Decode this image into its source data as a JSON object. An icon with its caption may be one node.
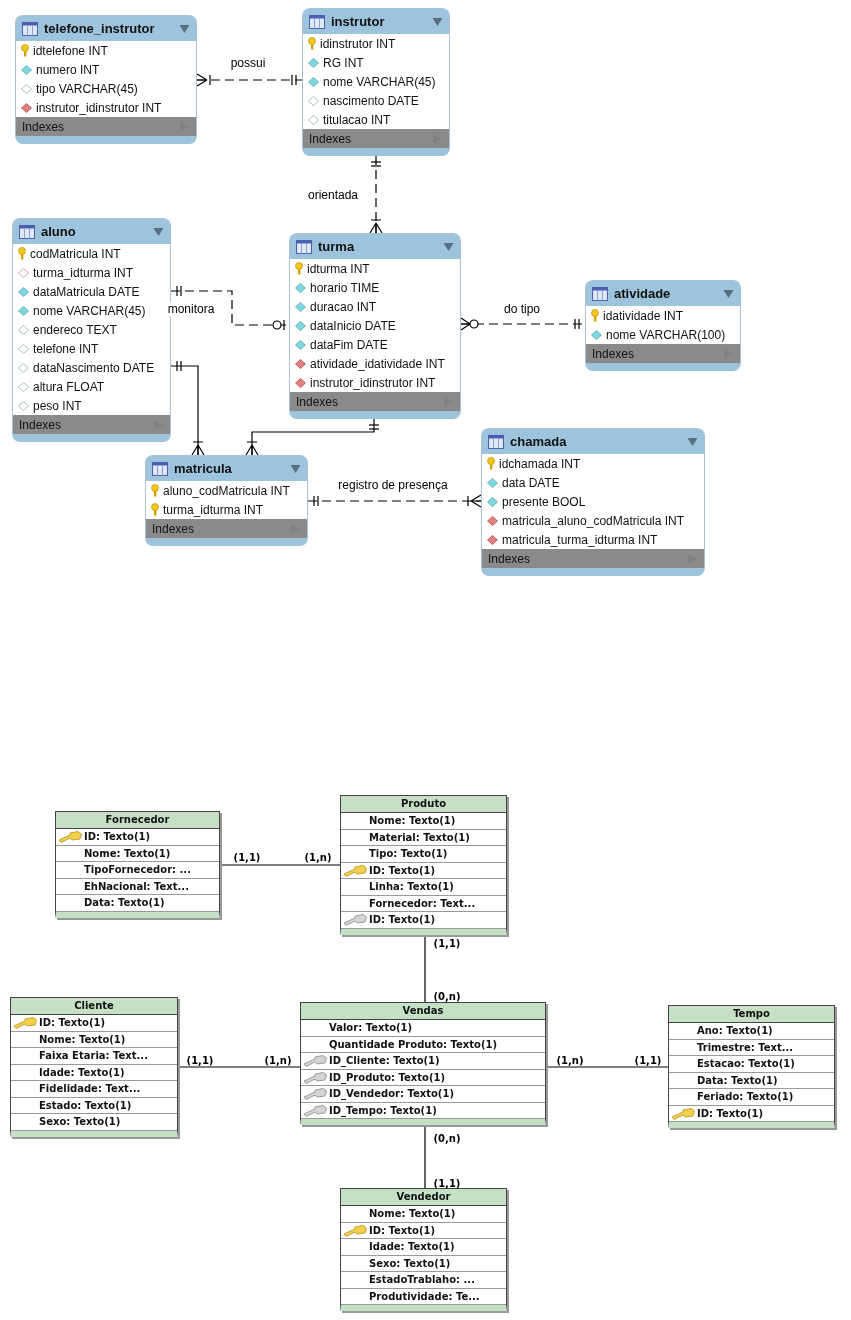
{
  "diagram": {
    "nodes": [
      {
        "text": [
          "telefone_instrutor",
          "idtelefone INT",
          "numero INT",
          "tipo VARCHAR(45)",
          "instrutor_idinstrutor INT",
          "Indexes"
        ]
      },
      {
        "text": [
          "instrutor",
          "idinstrutor INT",
          "RG INT",
          "nome VARCHAR(45)",
          "nascimento DATE",
          "titulacao INT",
          "Indexes"
        ]
      },
      {
        "text": [
          "aluno",
          "codMatricula INT",
          "turma_idturma INT",
          "dataMatricula DATE",
          "nome VARCHAR(45)",
          "endereco TEXT",
          "telefone INT",
          "dataNascimento DATE",
          "altura FLOAT",
          "peso INT",
          "Indexes"
        ]
      },
      {
        "text": [
          "turma",
          "idturma INT",
          "horario TIME",
          "duracao INT",
          "dataInicio DATE",
          "dataFim DATE",
          "atividade_idatividade INT",
          "instrutor_idinstrutor INT",
          "Indexes"
        ]
      },
      {
        "text": [
          "atividade",
          "idatividade INT",
          "nome VARCHAR(100)",
          "Indexes"
        ]
      },
      {
        "text": [
          "matricula",
          "aluno_codMatricula INT",
          "turma_idturma INT",
          "Indexes"
        ]
      },
      {
        "text": [
          "chamada",
          "idchamada INT",
          "data DATE",
          "presente BOOL",
          "matricula_aluno_codMatricula INT",
          "matricula_turma_idturma INT",
          "Indexes"
        ]
      },
      {
        "text": [
          "Fornecedor",
          "ID: Texto(1)",
          "Nome: Texto(1)",
          "TipoFornecedor: ...",
          "EhNacional: Text...",
          "Data: Texto(1)"
        ]
      },
      {
        "text": [
          "Produto",
          "Nome: Texto(1)",
          "Material: Texto(1)",
          "Tipo: Texto(1)",
          "ID: Texto(1)",
          "Linha: Texto(1)",
          "Fornecedor: Text...",
          "ID: Texto(1)"
        ]
      },
      {
        "text": [
          "Cliente",
          "ID: Texto(1)",
          "Nome: Texto(1)",
          "Faixa Etaria: Text...",
          "Idade: Texto(1)",
          "Fidelidade: Text...",
          "Estado: Texto(1)",
          "Sexo: Texto(1)"
        ]
      },
      {
        "text": [
          "Vendas",
          "Valor: Texto(1)",
          "Quantidade Produto: Texto(1)",
          "ID_Cliente: Texto(1)",
          "ID_Produto: Texto(1)",
          "ID_Vendedor: Texto(1)",
          "ID_Tempo: Texto(1)"
        ]
      },
      {
        "text": [
          "Tempo",
          "Ano: Texto(1)",
          "Trimestre: Text...",
          "Estacao: Texto(1)",
          "Data: Texto(1)",
          "Feriado: Texto(1)",
          "ID: Texto(1)"
        ]
      },
      {
        "text": [
          "Vendedor",
          "Nome: Texto(1)",
          "ID: Texto(1)",
          "Idade: Texto(1)",
          "Sexo: Texto(1)",
          "EstadoTrablaho: ...",
          "Produtividade: Te..."
        ]
      }
    ],
    "edges": [
      {
        "from": 0,
        "to": 1,
        "arrow": "other",
        "label": "possui",
        "style": "dashed"
      },
      {
        "from": 1,
        "to": 3,
        "arrow": "other",
        "label": "orientada",
        "style": "dashed"
      },
      {
        "from": 2,
        "to": 3,
        "arrow": "other",
        "label": "monitora",
        "style": "dashed"
      },
      {
        "from": 3,
        "to": 4,
        "arrow": "other",
        "label": "do tipo",
        "style": "dashed"
      },
      {
        "from": 2,
        "to": 5,
        "arrow": "other"
      },
      {
        "from": 3,
        "to": 5,
        "arrow": "other"
      },
      {
        "from": 5,
        "to": 6,
        "arrow": "other",
        "label": "registro de presença",
        "style": "dashed"
      },
      {
        "from": 7,
        "to": 8,
        "arrow": "none"
      },
      {
        "from": 8,
        "to": 10,
        "arrow": "none"
      },
      {
        "from": 9,
        "to": 10,
        "arrow": "none"
      },
      {
        "from": 10,
        "to": 11,
        "arrow": "none"
      },
      {
        "from": 10,
        "to": 12,
        "arrow": "none"
      }
    ],
    "labels": [
      "(1,1)",
      "(1,n)",
      "(1,1)",
      "(0,n)",
      "(1,1)",
      "(1,n)",
      "(1,n)",
      "(1,1)",
      "(0,n)",
      "(1,1)"
    ]
  }
}
